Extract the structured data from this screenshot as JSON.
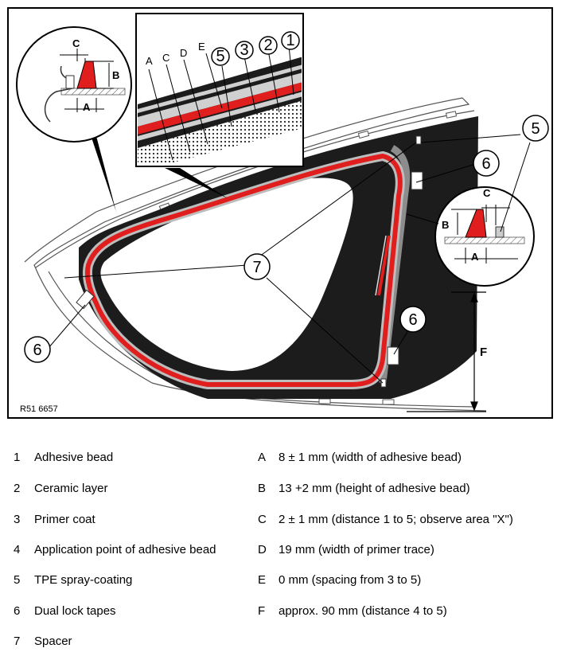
{
  "figure": {
    "code": "R51 6657",
    "callouts": {
      "n1": "1",
      "n2": "2",
      "n3": "3",
      "n5": "5",
      "n6": "6",
      "n7": "7"
    },
    "layer_letters": {
      "a": "A",
      "b": "B",
      "c": "C",
      "d": "D",
      "e": "E",
      "f": "F"
    },
    "colors": {
      "bead": "#e01e1e",
      "body": "#1c1c1c",
      "gray": "#8c8c8c",
      "light": "#d0d0d0"
    }
  },
  "legend": {
    "items": [
      {
        "num": "1",
        "text": "Adhesive bead"
      },
      {
        "num": "2",
        "text": "Ceramic layer"
      },
      {
        "num": "3",
        "text": "Primer coat"
      },
      {
        "num": "4",
        "text": "Application point of adhesive bead"
      },
      {
        "num": "5",
        "text": "TPE spray-coating"
      },
      {
        "num": "6",
        "text": "Dual lock tapes"
      },
      {
        "num": "7",
        "text": "Spacer"
      }
    ],
    "dimensions": [
      {
        "letter": "A",
        "text": "8 ± 1 mm (width of adhesive bead)"
      },
      {
        "letter": "B",
        "text": "13 +2 mm (height of adhesive bead)"
      },
      {
        "letter": "C",
        "text": "2 ± 1 mm (distance 1 to 5; observe area \"X\")"
      },
      {
        "letter": "D",
        "text": "19 mm (width of primer trace)"
      },
      {
        "letter": "E",
        "text": "0 mm (spacing from 3 to 5)"
      },
      {
        "letter": "F",
        "text": "approx. 90 mm (distance 4 to 5)"
      }
    ]
  }
}
